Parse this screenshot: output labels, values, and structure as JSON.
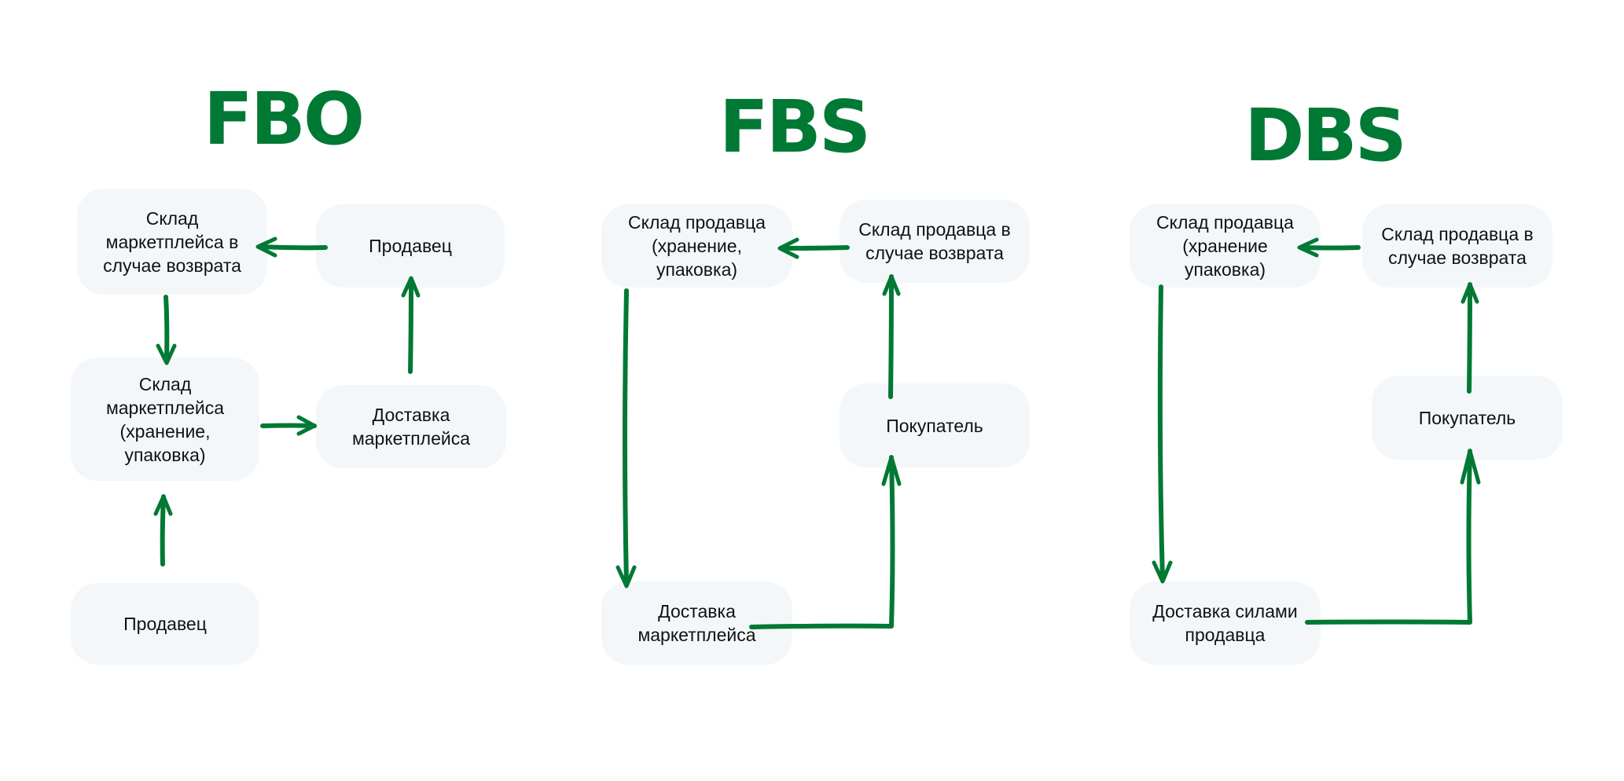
{
  "colors": {
    "accent": "#007934",
    "node_fill": "#f4f7fa",
    "text": "#111111",
    "background": "#ffffff"
  },
  "schemes": [
    {
      "id": "fbo",
      "title": "FBO",
      "nodes": [
        {
          "id": "return_warehouse",
          "label": "Склад\nмаркетплейса в\nслучае возврата"
        },
        {
          "id": "seller_top",
          "label": "Продавец"
        },
        {
          "id": "storage_warehouse",
          "label": "Склад\nмаркетплейса\n(хранение,\nупаковка)"
        },
        {
          "id": "delivery",
          "label": "Доставка\nмаркетплейса"
        },
        {
          "id": "seller_bottom",
          "label": "Продавец"
        }
      ],
      "edges": [
        {
          "from": "seller_bottom",
          "to": "storage_warehouse"
        },
        {
          "from": "storage_warehouse",
          "to": "delivery"
        },
        {
          "from": "delivery",
          "to": "seller_top"
        },
        {
          "from": "seller_top",
          "to": "return_warehouse"
        },
        {
          "from": "return_warehouse",
          "to": "storage_warehouse"
        }
      ]
    },
    {
      "id": "fbs",
      "title": "FBS",
      "nodes": [
        {
          "id": "seller_storage",
          "label": "Склад продавца\n(хранение,\nупаковка)"
        },
        {
          "id": "seller_return",
          "label": "Склад продавца в\nслучае возврата"
        },
        {
          "id": "buyer",
          "label": "Покупатель"
        },
        {
          "id": "delivery",
          "label": "Доставка\nмаркетплейса"
        }
      ],
      "edges": [
        {
          "from": "seller_storage",
          "to": "delivery"
        },
        {
          "from": "delivery",
          "to": "buyer"
        },
        {
          "from": "buyer",
          "to": "seller_return"
        },
        {
          "from": "seller_return",
          "to": "seller_storage"
        }
      ]
    },
    {
      "id": "dbs",
      "title": "DBS",
      "nodes": [
        {
          "id": "seller_storage",
          "label": "Склад продавца\n(хранение\nупаковка)"
        },
        {
          "id": "seller_return",
          "label": "Склад продавца в\nслучае возврата"
        },
        {
          "id": "buyer",
          "label": "Покупатель"
        },
        {
          "id": "delivery",
          "label": "Доставка силами\nпродавца"
        }
      ],
      "edges": [
        {
          "from": "seller_storage",
          "to": "delivery"
        },
        {
          "from": "delivery",
          "to": "buyer"
        },
        {
          "from": "buyer",
          "to": "seller_return"
        },
        {
          "from": "seller_return",
          "to": "seller_storage"
        }
      ]
    }
  ]
}
